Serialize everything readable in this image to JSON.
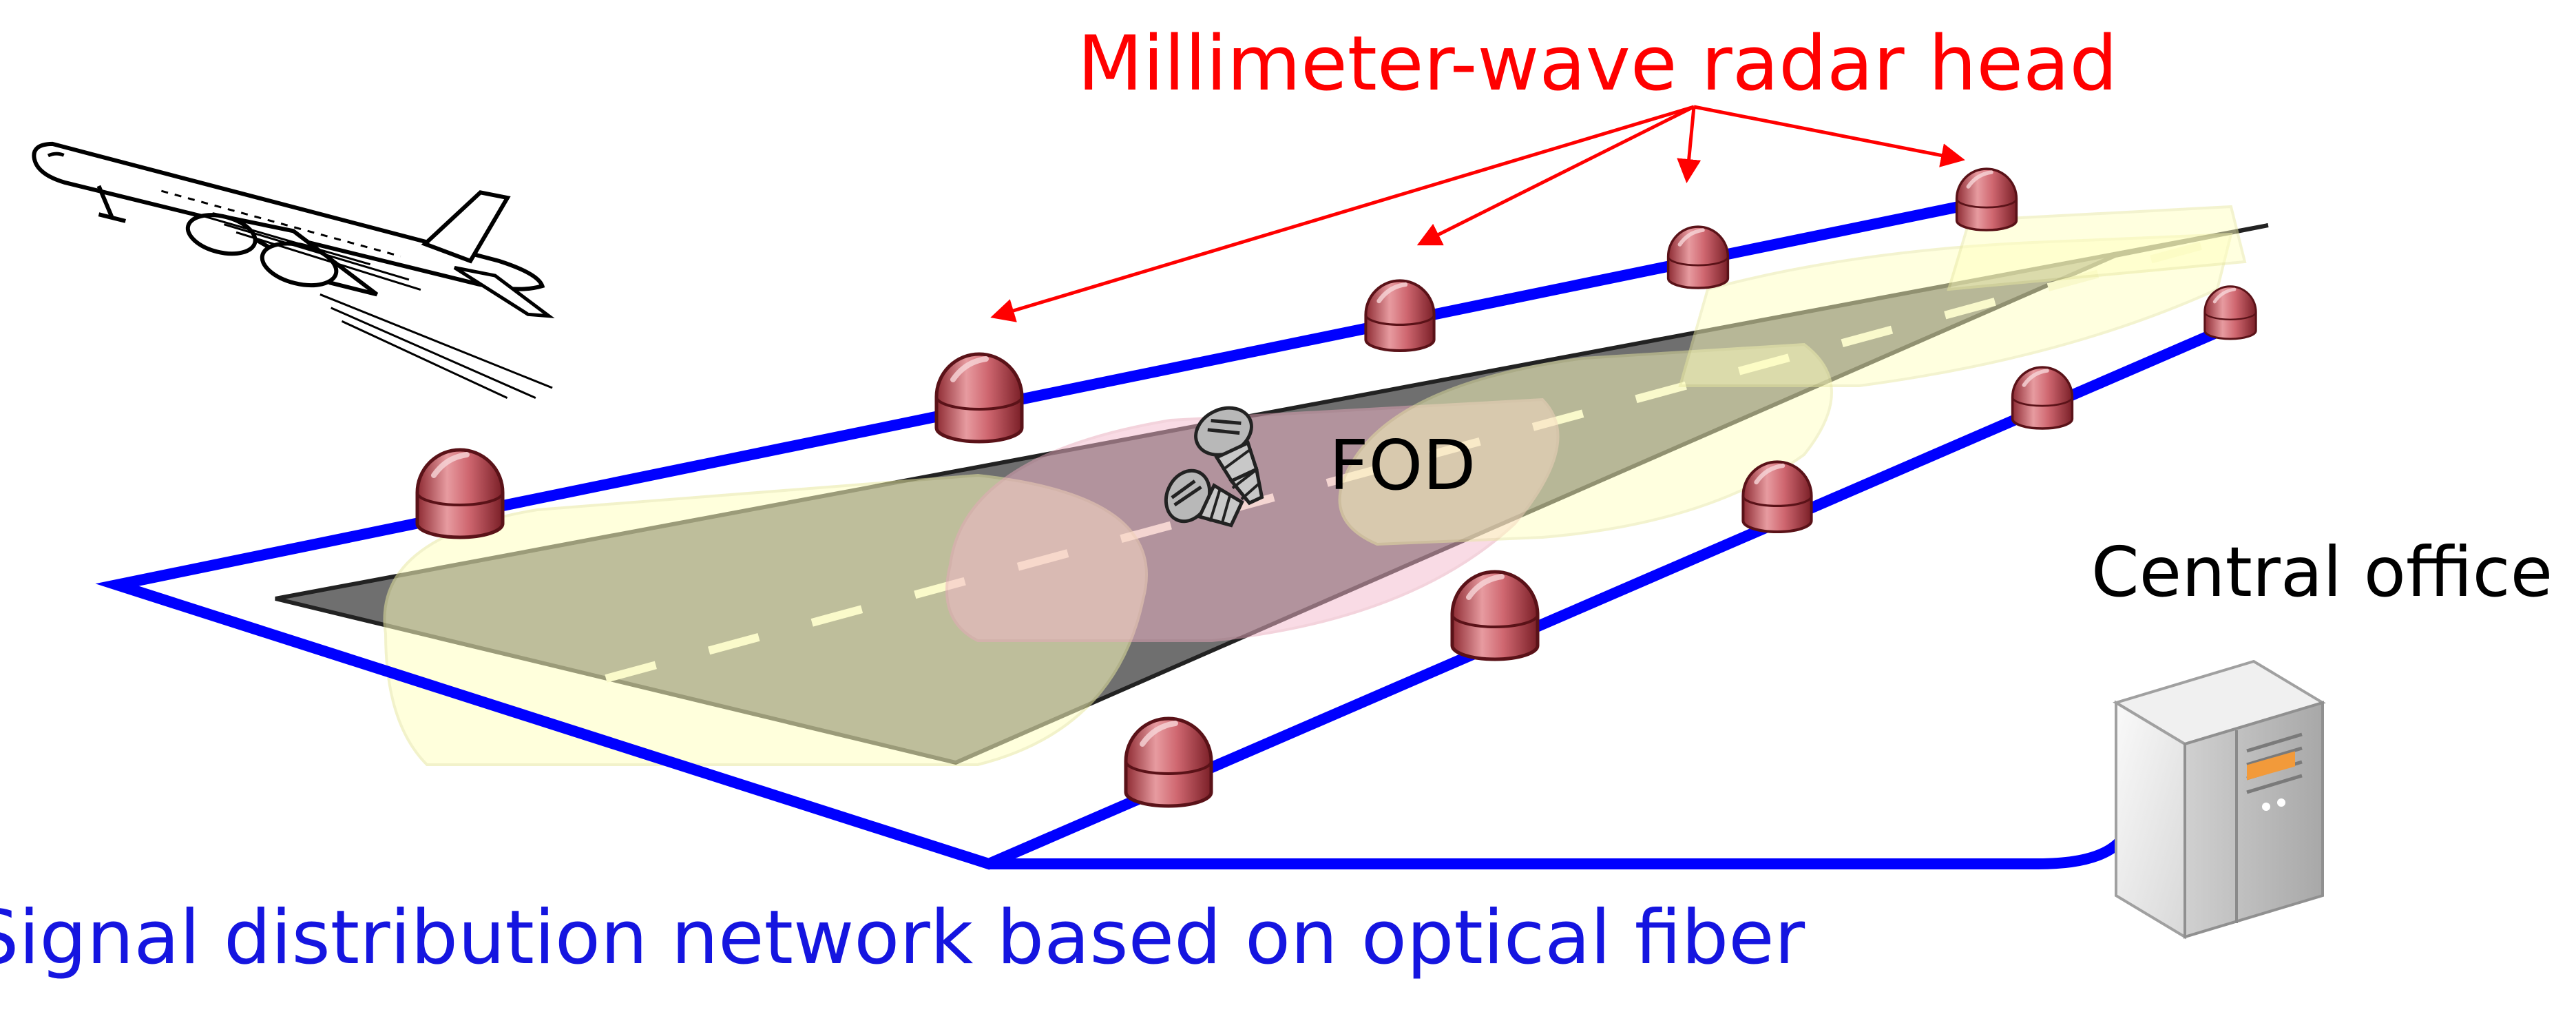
{
  "labels": {
    "radar": "Millimeter-wave radar head",
    "fod": "FOD",
    "office": "Central office",
    "network": "Signal distribution network based on optical fiber"
  },
  "colors": {
    "radar_label": "#ff0000",
    "fiber": "#0000ff",
    "network_label": "#1515e0",
    "runway": "#707070",
    "coverage_yellow": "#ffffc0",
    "coverage_pink": "#f7c6d6",
    "radar_dome": "#c0505a",
    "server_accent": "#f29a3a"
  },
  "icons": {
    "airplane": "airplane-icon",
    "fod": "screw-debris-icon",
    "radar": "radar-dome-icon",
    "office": "server-icon"
  }
}
